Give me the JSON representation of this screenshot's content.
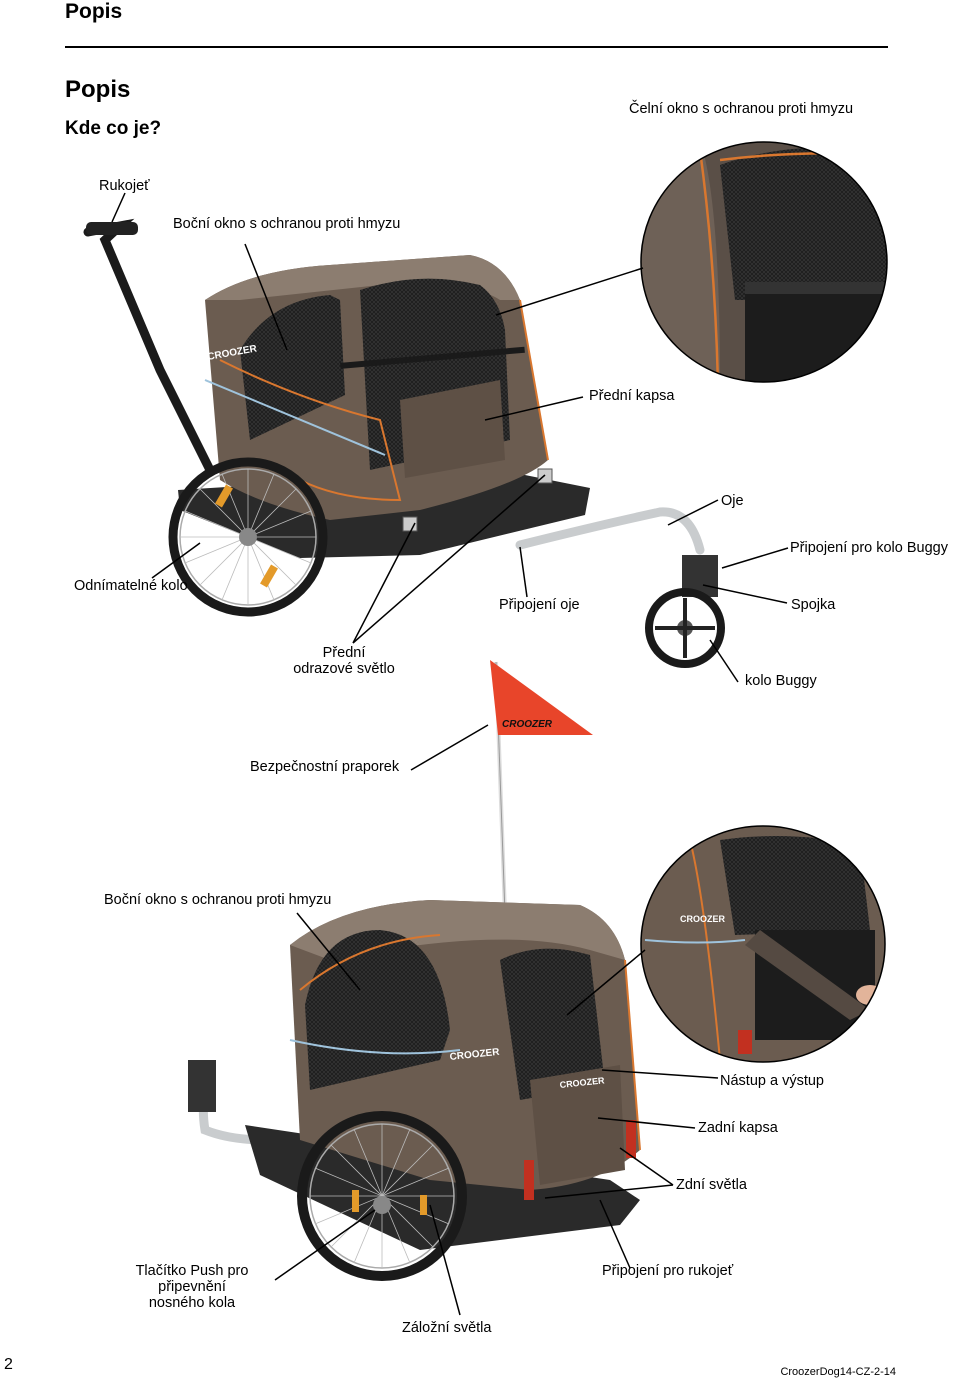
{
  "header": {
    "section": "Popis"
  },
  "page": {
    "title": "Popis",
    "subtitle": "Kde co je?",
    "page_number": "2",
    "doc_id": "CroozerDog14-CZ-2-14"
  },
  "labels": {
    "front_window": "Čelní okno s ochranou proti hmyzu",
    "handle": "Rukojeť",
    "side_window_top": "Boční okno s ochranou proti hmyzu",
    "front_pocket": "Přední kapsa",
    "drawbar": "Oje",
    "buggy_wheel_mount": "Připojení pro kolo Buggy",
    "removable_wheel": "Odnímatelné kolo",
    "drawbar_mount": "Připojení oje",
    "coupling": "Spojka",
    "front_reflector_1": "Přední",
    "front_reflector_2": "odrazové světlo",
    "buggy_wheel": "kolo Buggy",
    "safety_flag": "Bezpečnostní praporek",
    "side_window_bottom": "Boční okno s ochranou proti hmyzu",
    "entry_exit": "Nástup a výstup",
    "rear_pocket": "Zadní kapsa",
    "rear_lights": "Zdní světla",
    "push_button_1": "Tlačítko Push pro",
    "push_button_2": "připevnění",
    "push_button_3": "nosného kola",
    "handle_mount": "Připojení pro rukojeť",
    "backup_lights": "Záložní světla"
  },
  "brand": {
    "logo_text": "CROOZER"
  },
  "colors": {
    "canopy_brown": "#6b5c50",
    "canopy_light": "#8c7d70",
    "mesh": "#1e1e1e",
    "orange_piping": "#d9772f",
    "flag_red": "#e8452a",
    "frame_black": "#222222",
    "aluminum": "#c9ccce"
  }
}
